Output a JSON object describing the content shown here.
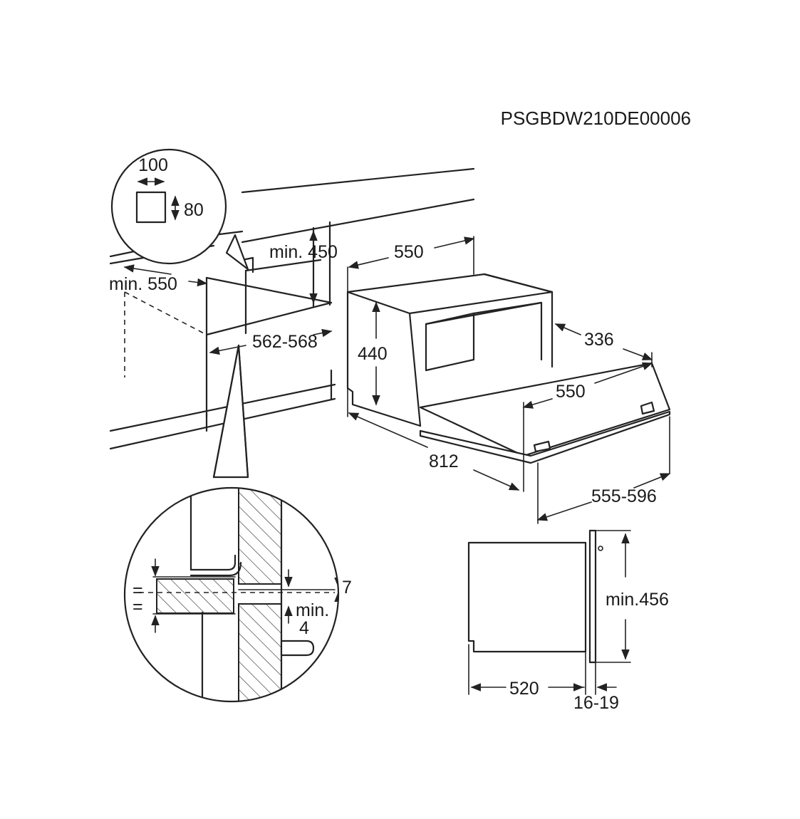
{
  "drawing_code": "PSGBDW210DE00006",
  "cutout_detail": {
    "width": "100",
    "height": "80"
  },
  "dimensions": {
    "niche_depth": "min. 550",
    "niche_height": "min. 450",
    "niche_width_range": "562-568",
    "appliance_width_top": "550",
    "appliance_height": "440",
    "door_depth": "336",
    "door_width": "550",
    "total_depth_open": "812",
    "width_range_bottom": "555-596",
    "side_height": "min.456",
    "side_depth": "520",
    "front_thickness": "16-19"
  },
  "gap_detail": {
    "equal_mark_top": "=",
    "equal_mark_bottom": "=",
    "gap_top": "7",
    "gap_bottom_line1": "min.",
    "gap_bottom_line2": "4"
  }
}
